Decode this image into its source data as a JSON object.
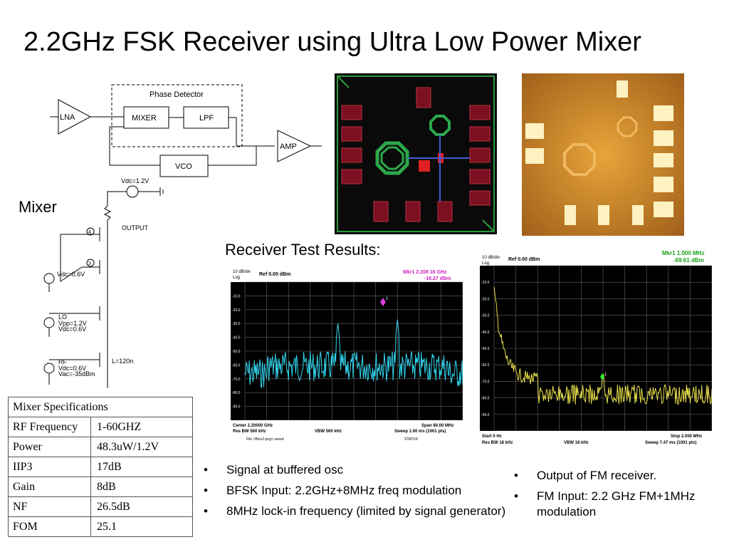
{
  "title": "2.2GHz FSK Receiver using Ultra Low Power Mixer",
  "mixer_label": "Mixer",
  "receiver_label": "Receiver Test Results:",
  "block_diagram": {
    "phase_detector": "Phase Detector",
    "lna": "LNA",
    "mixer": "MIXER",
    "lpf": "LPF",
    "amp": "AMP",
    "vco": "VCO"
  },
  "schematic": {
    "vdc_top": "Vdc=1.2V",
    "output": "OUTPUT",
    "node4": "4",
    "node3": "3",
    "vdc_bias": "Vdc=0.6V",
    "lo": "LO",
    "lo_vpp": "Vpp=1.2V",
    "lo_vdc": "Vdc=0.6V",
    "rf": "RF",
    "rf_vdc": "Vdc=0.6V",
    "rf_vac": "Vac=-35dBm",
    "inductor": "L=120n"
  },
  "spec_table": {
    "header": "Mixer Specifications",
    "rows": [
      {
        "param": "RF Frequency",
        "value": "1-60GHZ"
      },
      {
        "param": "Power",
        "value": "48.3uW/1.2V"
      },
      {
        "param": "IIP3",
        "value": "17dB"
      },
      {
        "param": "Gain",
        "value": "8dB"
      },
      {
        "param": "NF",
        "value": "26.5dB"
      },
      {
        "param": "FOM",
        "value": "25.1"
      }
    ]
  },
  "spectrum1": {
    "scale": "10 dB/div",
    "ref": "Ref 0.00 dBm",
    "log": "Log",
    "marker": "Mkr1 2.208 16 GHz",
    "marker_level": "-16.27 dBm",
    "center": "Center 2.20000 GHz",
    "span": "Span 60.00 MHz",
    "res_bw": "Res BW 560 kHz",
    "vbw": "VBW 560 kHz",
    "sweep": "Sweep  1.00 ms (1001 pts)",
    "file_msg": "File <BoLi2.png> saved",
    "status": "STATUS",
    "yticks": [
      "-10.0",
      "-20.0",
      "-30.0",
      "-40.0",
      "-50.0",
      "-60.0",
      "-70.0",
      "-80.0",
      "-90.0"
    ],
    "trace_color": "#33d6f0"
  },
  "spectrum2": {
    "scale": "10 dB/div",
    "ref": "Ref 0.00 dBm",
    "log": "Log",
    "marker": "Mkr1 1.000 MHz",
    "marker_level": "-69.61 dBm",
    "start": "Start 0 Hz",
    "stop": "Stop 2.000 MHz",
    "res_bw": "Res BW 18 kHz",
    "vbw": "VBW 18 kHz",
    "sweep": "Sweep  7.47 ms (1001 pts)",
    "yticks": [
      "-10.0",
      "-20.0",
      "-30.0",
      "-40.0",
      "-50.0",
      "-60.0",
      "-70.0",
      "-80.0",
      "-90.0"
    ],
    "trace_color": "#e8e04a"
  },
  "bullets_left": [
    "Signal at buffered osc",
    "BFSK Input: 2.2GHz+8MHz freq modulation",
    "8MHz lock-in frequency (limited by signal generator)"
  ],
  "bullets_right": [
    "Output of FM receiver.",
    "FM Input: 2.2 GHz FM+1MHz modulation"
  ]
}
